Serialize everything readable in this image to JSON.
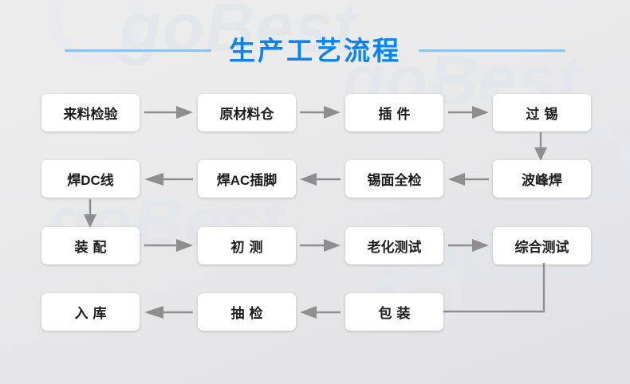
{
  "page": {
    "title": "生产工艺流程",
    "background_color": "#e7e7e9",
    "accent_color": "#0a84f5",
    "rule_color": "#8dc2ef",
    "box_color": "#ffffff",
    "arrow_color": "#8f8d8d",
    "watermark_text": "goBest"
  },
  "flow": {
    "rows": [
      {
        "direction": "left-to-right",
        "nodes": [
          {
            "label": "来料检验",
            "spaced": false
          },
          {
            "label": "原材料仓",
            "spaced": false
          },
          {
            "label": "插件",
            "spaced": true
          },
          {
            "label": "过锡",
            "spaced": true
          }
        ]
      },
      {
        "direction": "right-to-left",
        "nodes": [
          {
            "label": "焊DC线",
            "spaced": false
          },
          {
            "label": "焊AC插脚",
            "spaced": false
          },
          {
            "label": "锡面全检",
            "spaced": false
          },
          {
            "label": "波峰焊",
            "spaced": false
          }
        ]
      },
      {
        "direction": "left-to-right",
        "nodes": [
          {
            "label": "装配",
            "spaced": true
          },
          {
            "label": "初测",
            "spaced": true
          },
          {
            "label": "老化测试",
            "spaced": false
          },
          {
            "label": "综合测试",
            "spaced": false
          }
        ]
      },
      {
        "direction": "right-to-left",
        "nodes": [
          {
            "label": "入库",
            "spaced": true
          },
          {
            "label": "抽检",
            "spaced": true
          },
          {
            "label": "包装",
            "spaced": true
          }
        ]
      }
    ],
    "connectors": [
      {
        "name": "arrow-inspect-to-warehouse",
        "kind": "horizontal-right"
      },
      {
        "name": "arrow-warehouse-to-insert",
        "kind": "horizontal-right"
      },
      {
        "name": "arrow-insert-to-tin",
        "kind": "horizontal-right"
      },
      {
        "name": "arrow-tin-to-wave-solder",
        "kind": "vertical-down"
      },
      {
        "name": "arrow-wave-solder-to-tin-check",
        "kind": "horizontal-left"
      },
      {
        "name": "arrow-tin-check-to-ac-pin",
        "kind": "horizontal-left"
      },
      {
        "name": "arrow-ac-pin-to-dc-wire",
        "kind": "horizontal-left"
      },
      {
        "name": "arrow-dc-wire-to-assembly",
        "kind": "vertical-down"
      },
      {
        "name": "arrow-assembly-to-first-test",
        "kind": "horizontal-right"
      },
      {
        "name": "arrow-first-test-to-aging",
        "kind": "horizontal-right"
      },
      {
        "name": "arrow-aging-to-final-test",
        "kind": "horizontal-right"
      },
      {
        "name": "elbow-final-test-to-packing",
        "kind": "elbow-down-left"
      },
      {
        "name": "arrow-packing-to-sampling",
        "kind": "horizontal-left"
      },
      {
        "name": "arrow-sampling-to-storage",
        "kind": "horizontal-left"
      }
    ]
  }
}
